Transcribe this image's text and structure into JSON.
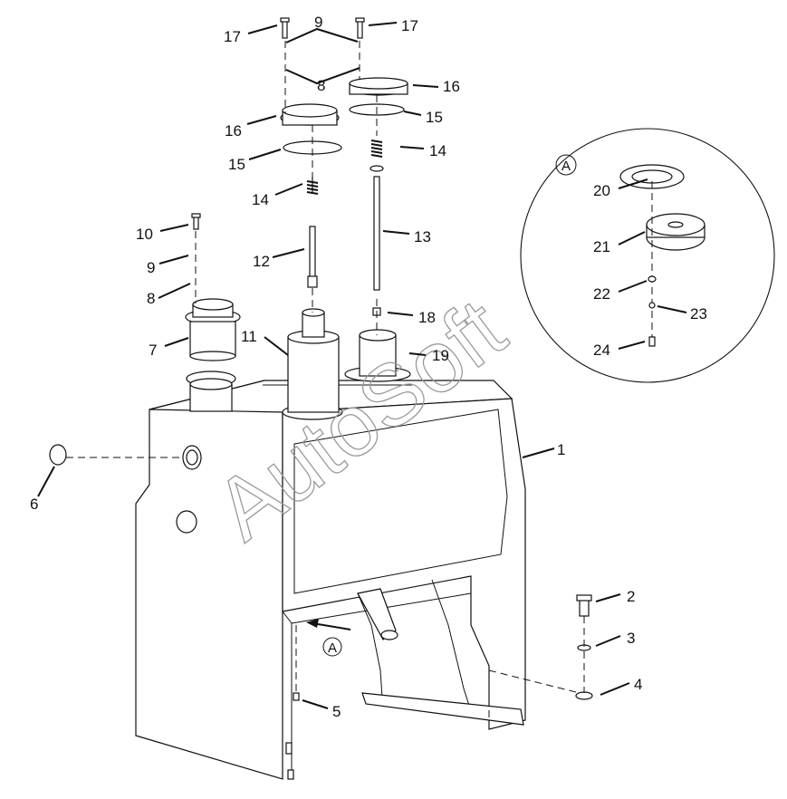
{
  "watermark": "AutoSoft",
  "detail_marker": "A",
  "callouts": {
    "c1": "1",
    "c2": "2",
    "c3": "3",
    "c4": "4",
    "c5": "5",
    "c6": "6",
    "c7": "7",
    "c8a": "8",
    "c8b": "8",
    "c9a": "9",
    "c9b": "9",
    "c10": "10",
    "c11": "11",
    "c12": "12",
    "c13": "13",
    "c14a": "14",
    "c14b": "14",
    "c15a": "15",
    "c15b": "15",
    "c16a": "16",
    "c16b": "16",
    "c17a": "17",
    "c17b": "17",
    "c18": "18",
    "c19": "19",
    "c20": "20",
    "c21": "21",
    "c22": "22",
    "c23": "23",
    "c24": "24"
  }
}
